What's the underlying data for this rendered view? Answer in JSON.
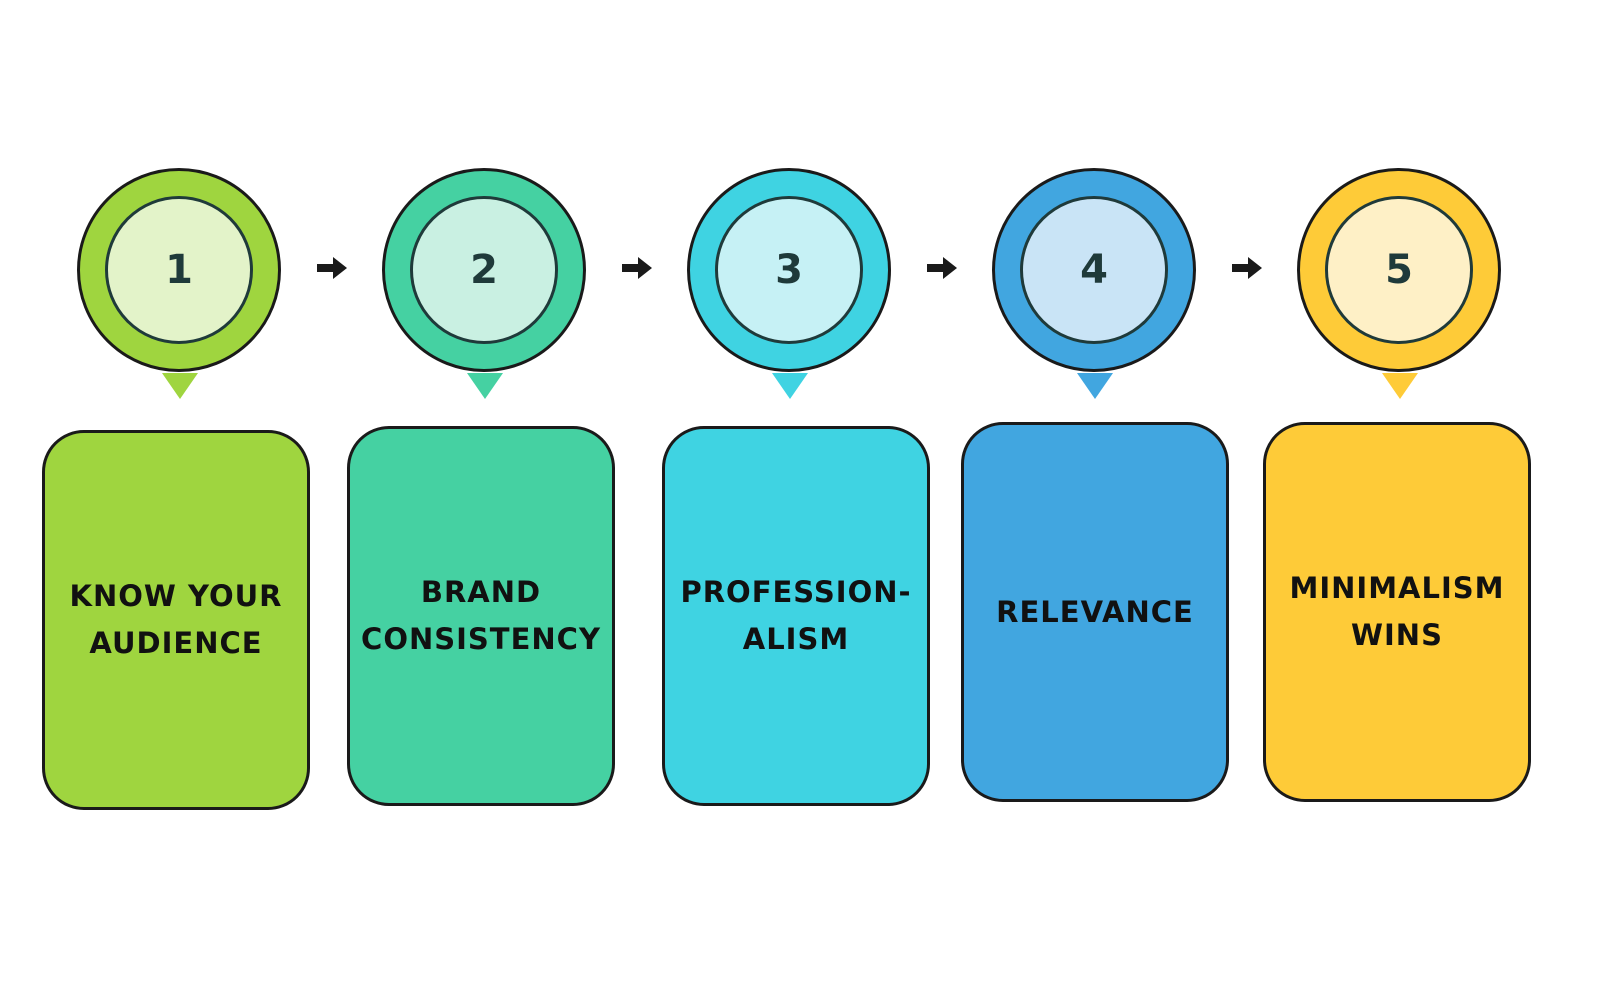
{
  "steps": [
    {
      "number": "1",
      "label": "KNOW YOUR\nAUDIENCE",
      "color": "#9fd53f",
      "inner_color": "#e3f3c9",
      "pointer_color": "#9fd53f"
    },
    {
      "number": "2",
      "label": "BRAND\nCONSISTENCY",
      "color": "#45d1a2",
      "inner_color": "#c9f0e2",
      "pointer_color": "#45d1a2"
    },
    {
      "number": "3",
      "label": "PROFESSION-\nALISM",
      "color": "#3fd3e2",
      "inner_color": "#c6f1f5",
      "pointer_color": "#3fd3e2"
    },
    {
      "number": "4",
      "label": "RELEVANCE",
      "color": "#41a6e0",
      "inner_color": "#c9e4f6",
      "pointer_color": "#41a6e0"
    },
    {
      "number": "5",
      "label": "MINIMALISM\nWINS",
      "color": "#fecb38",
      "inner_color": "#fef0c6",
      "pointer_color": "#fecb38"
    }
  ],
  "connector": "arrow-right-icon"
}
